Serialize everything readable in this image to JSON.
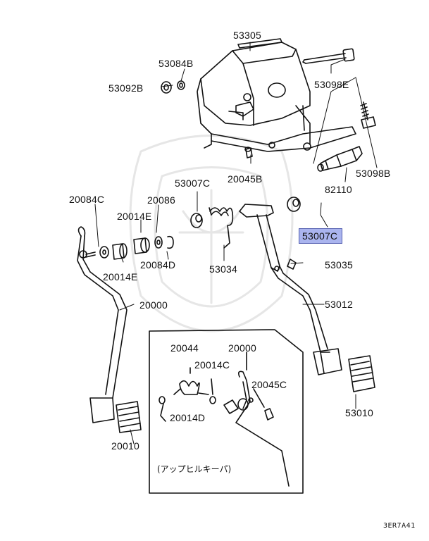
{
  "diagram": {
    "highlight_color": "#aab4ee",
    "parts": {
      "p53305": "53305",
      "p53084B": "53084B",
      "p53092B": "53092B",
      "p53098E": "53098E",
      "p53098B": "53098B",
      "p20045B": "20045B",
      "p82110": "82110",
      "p53007C_top": "53007C",
      "p20084C": "20084C",
      "p20086": "20086",
      "p20014E_top": "20014E",
      "p53007C_sel": "53007C",
      "p20084D": "20084D",
      "p53034": "53034",
      "p20014E_bot": "20014E",
      "p53035": "53035",
      "p20000_main": "20000",
      "p53012": "53012",
      "p20044": "20044",
      "p20000_inset": "20000",
      "p20014C": "20014C",
      "p20045C": "20045C",
      "p20014D": "20014D",
      "p53010": "53010",
      "p20010": "20010"
    },
    "inset_note": "(アップヒルキーパ)",
    "ref_code": "3ER7A41"
  }
}
